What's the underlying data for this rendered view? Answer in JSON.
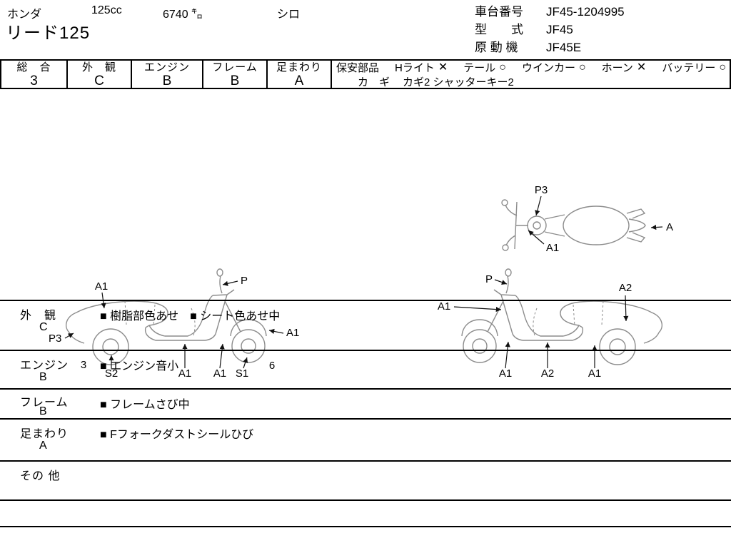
{
  "header": {
    "maker": "ホンダ",
    "displacement": "125cc",
    "mileage": "6740 ㌔",
    "color": "シロ",
    "model_name": "リード125",
    "chassis": {
      "label": "車台番号",
      "value": "JF45-1204995"
    },
    "model_code": {
      "label": "型　　式",
      "value": "JF45"
    },
    "engine_code": {
      "label": "原 動 機",
      "value": "JF45E"
    }
  },
  "grades": [
    {
      "label": "総　合",
      "value": "3"
    },
    {
      "label": "外　観",
      "value": "C"
    },
    {
      "label": "エンジン",
      "value": "B"
    },
    {
      "label": "フレーム",
      "value": "B"
    },
    {
      "label": "足まわり",
      "value": "A"
    }
  ],
  "safety": {
    "label": "保安部品",
    "items": [
      {
        "name": "Hライト",
        "status": "✕"
      },
      {
        "name": "テール",
        "status": "○"
      },
      {
        "name": "ウインカー",
        "status": "○"
      },
      {
        "name": "ホーン",
        "status": "✕"
      },
      {
        "name": "バッテリー",
        "status": "○"
      }
    ],
    "key": {
      "label": "カ　ギ",
      "value": "カギ2 シャッターキー2"
    }
  },
  "diagram": {
    "top_view": {
      "labels": [
        "P3",
        "A1",
        "A"
      ]
    },
    "left_view": {
      "labels": [
        "A1",
        "P",
        "P3",
        "3",
        "S2",
        "A1",
        "A1",
        "S1",
        "6",
        "A1"
      ]
    },
    "right_view": {
      "labels": [
        "P",
        "A1",
        "A2",
        "A1",
        "A2",
        "A1"
      ]
    }
  },
  "notes": [
    {
      "category": "外　観",
      "grade": "C",
      "text": "■ 樹脂部色あせ　■ シート色あせ中"
    },
    {
      "category": "エンジン",
      "grade": "B",
      "text": "■ エンジン音小"
    },
    {
      "category": "フレーム",
      "grade": "B",
      "text": "■ フレームさび中"
    },
    {
      "category": "足まわり",
      "grade": "A",
      "text": "■ Fフォークダストシールひび"
    },
    {
      "category": "その 他",
      "grade": "",
      "text": ""
    }
  ]
}
